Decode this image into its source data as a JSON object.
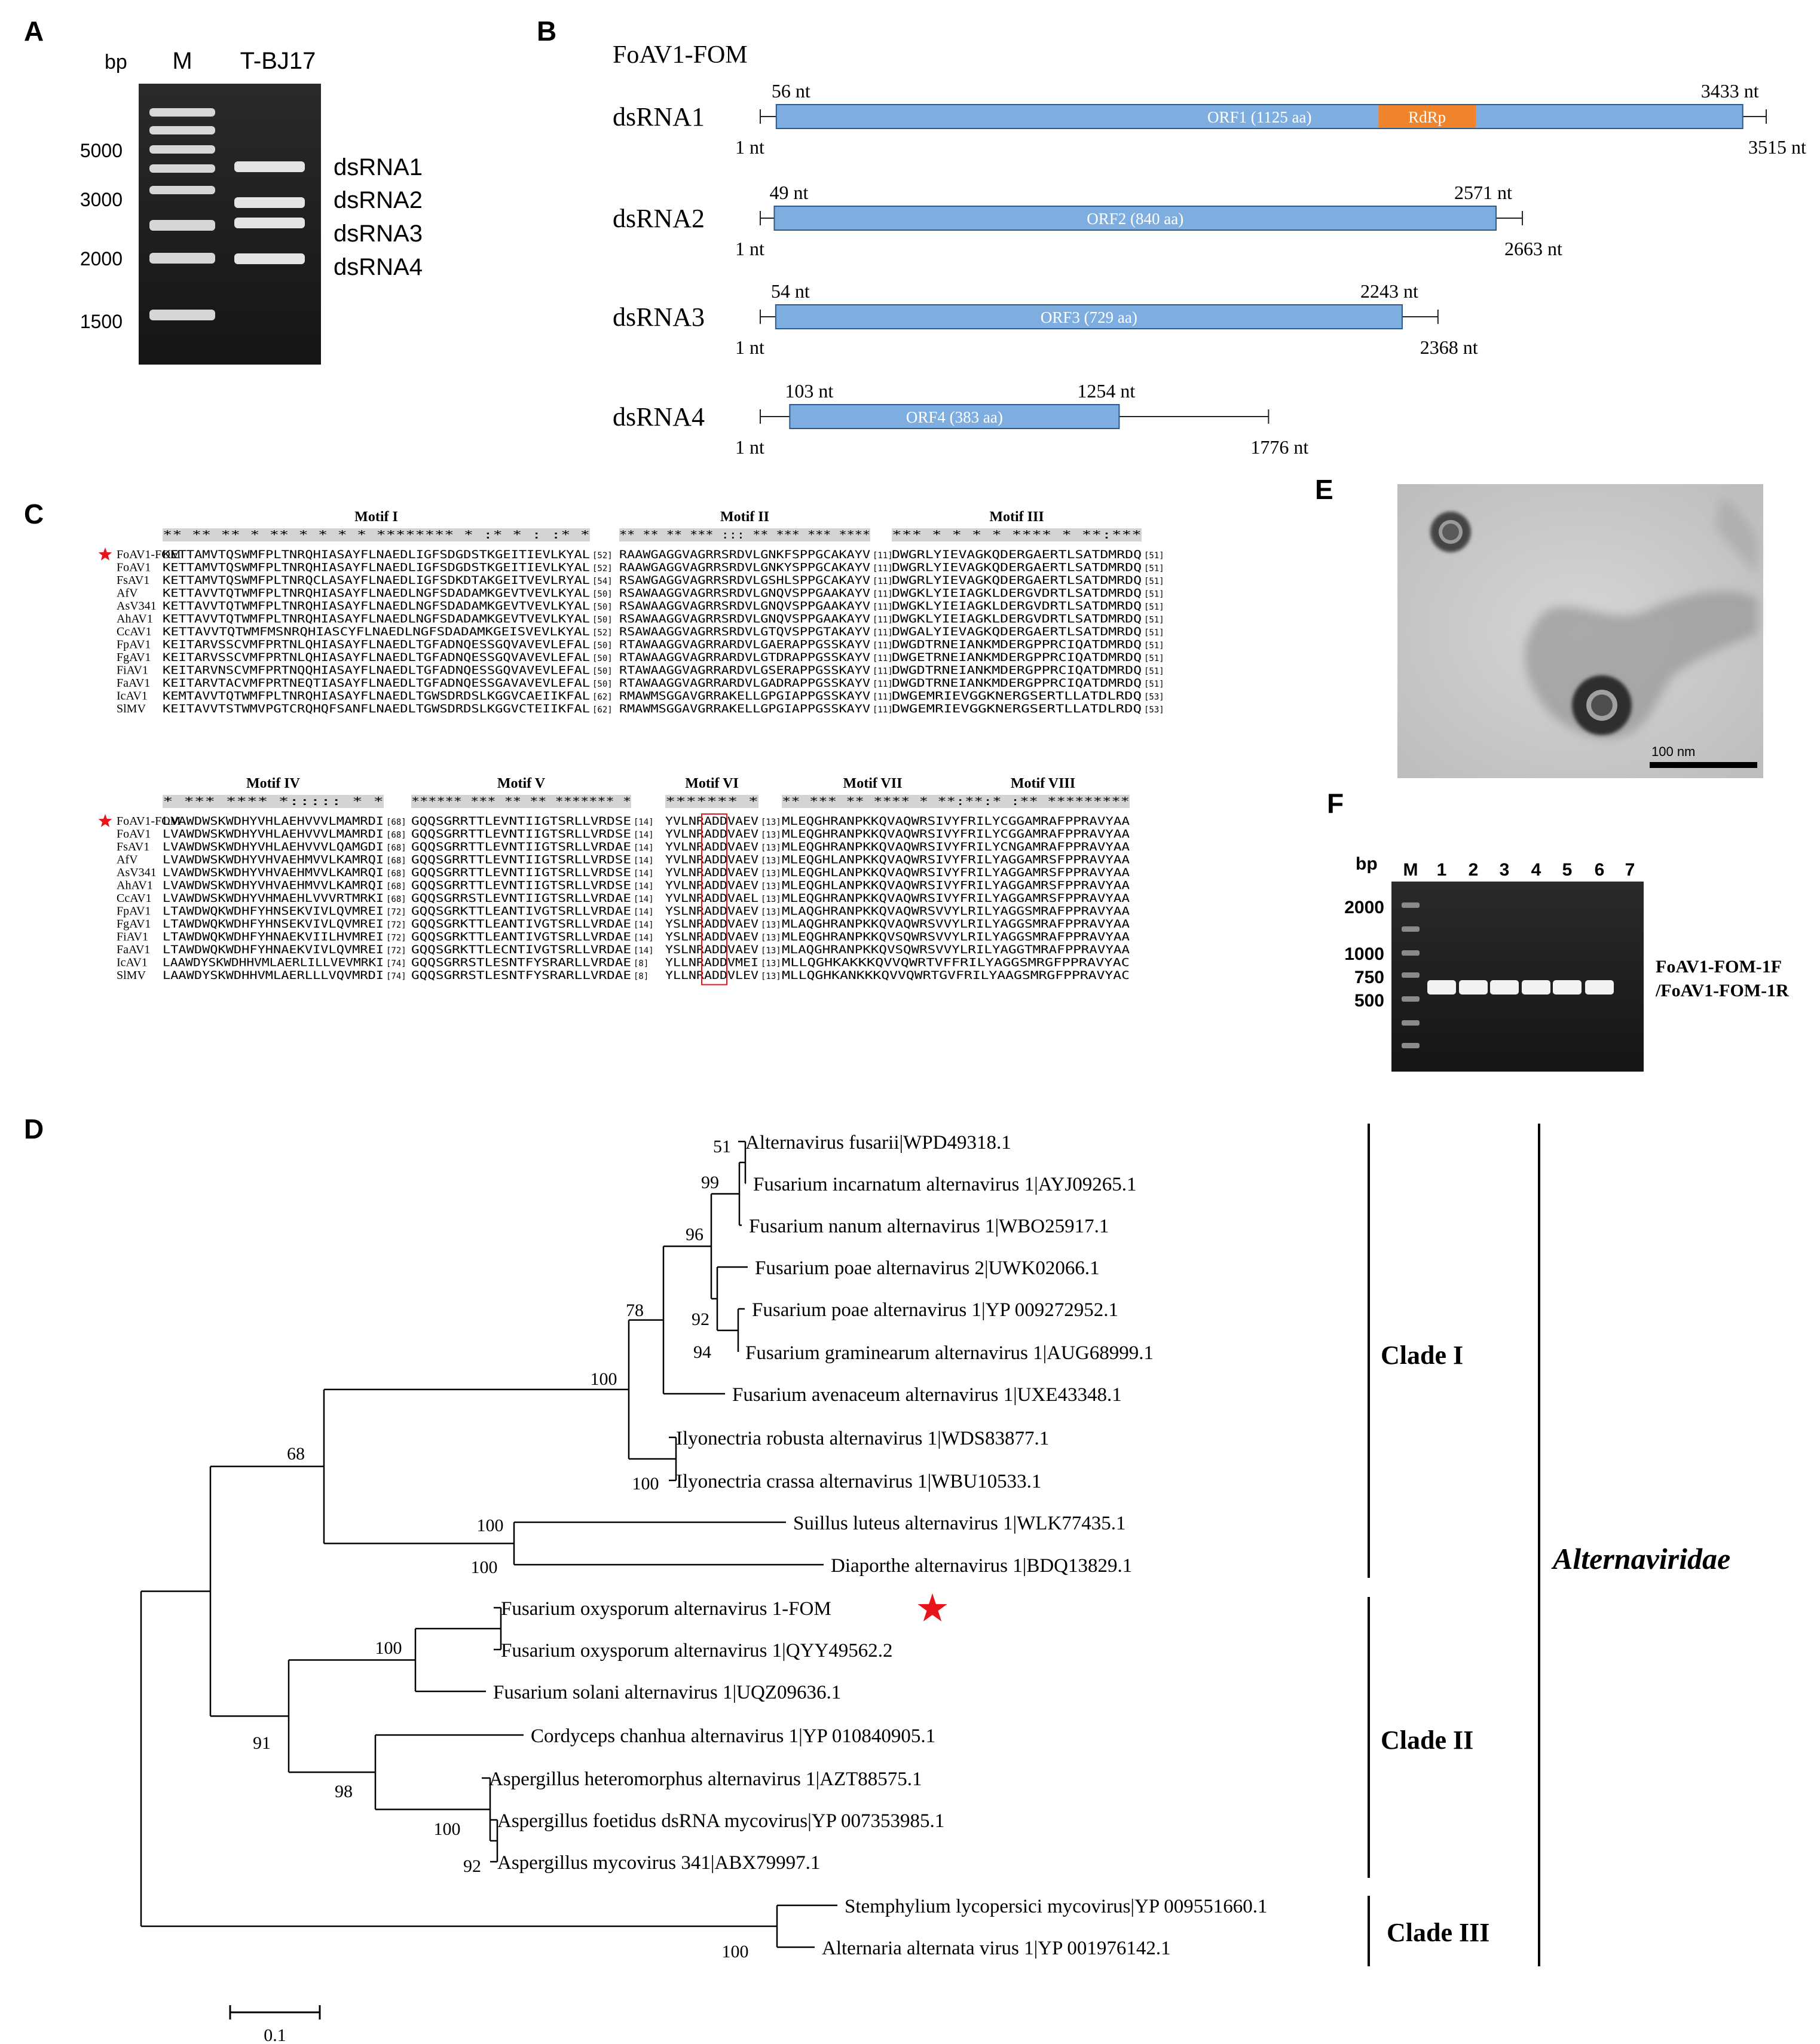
{
  "panels": {
    "a": "A",
    "b": "B",
    "c": "C",
    "d": "D",
    "e": "E",
    "f": "F"
  },
  "gelA": {
    "unit": "bp",
    "lanes": [
      "M",
      "T-BJ17"
    ],
    "markers": [
      "5000",
      "3000",
      "2000",
      "1500"
    ],
    "bands": [
      "dsRNA1",
      "dsRNA2",
      "dsRNA3",
      "dsRNA4"
    ]
  },
  "genome": {
    "title": "FoAV1-FOM",
    "segments": [
      {
        "name": "dsRNA1",
        "start": "1 nt",
        "end": "3515 nt",
        "orf_start": "56  nt",
        "orf_end": "3433 nt",
        "orf": "ORF1 (1125 aa)",
        "domain": "RdRp"
      },
      {
        "name": "dsRNA2",
        "start": "1 nt",
        "end": "2663 nt",
        "orf_start": "49 nt",
        "orf_end": "2571 nt",
        "orf": "ORF2 (840 aa)"
      },
      {
        "name": "dsRNA3",
        "start": "1 nt",
        "end": "2368 nt",
        "orf_start": "54 nt",
        "orf_end": "2243 nt",
        "orf": "ORF3 (729 aa)"
      },
      {
        "name": "dsRNA4",
        "start": "1 nt",
        "end": "1776 nt",
        "orf_start": "103 nt",
        "orf_end": "1254 nt",
        "orf": "ORF4 (383 aa)"
      }
    ],
    "colors": {
      "orf": "#7eaee0",
      "rdrp": "#f0842c"
    }
  },
  "alignment": {
    "taxa": [
      "FoAV1-FOM",
      "FoAV1",
      "FsAV1",
      "AfV",
      "AsV341",
      "AhAV1",
      "CcAV1",
      "FpAV1",
      "FgAV1",
      "FiAV1",
      "FaAV1",
      "IcAV1",
      "SlMV"
    ],
    "block1": {
      "motifs": [
        "Motif I",
        "Motif II",
        "Motif III"
      ],
      "cons": [
        "** ** **  *  ** * *  *  * ******** * :*   *  :  :* *",
        "** ** **  *** ::: ** *** *** ****",
        "***     *    *  *  * **** * **:***"
      ],
      "gaps": [
        "[11]",
        "[11]"
      ],
      "m1": [
        "KETTAMVTQSWMFPLTNRQHIASAYFLNAEDLIGFSDGDSTKGEITIEVLKYAL",
        "KETTAMVTQSWMFPLTNRQHIASAYFLNAEDLIGFSDGDSTKGEITIEVLKYAL",
        "KETTAMVTQSWMFPLTNRQCLASAYFLNAEDLIGFSDKDTAKGEITVEVLRYAL",
        "KETTAVVTQTWMFPLTNRQHIASAYFLNAEDLNGFSDADAMKGEVTVEVLKYAL",
        "KETTAVVTQTWMFPLTNRQHIASAYFLNAEDLNGFSDADAMKGEVTVEVLKYAL",
        "KETTAVVTQTWMFPLTNRQHIASAYFLNAEDLNGFSDADAMKGEVTVEVLKYAL",
        "KETTAVVTQTWMFMSNRQHIASCYFLNAEDLNGFSDADAMKGEISVEVLKYAL",
        "KEITARVSSCVMFPRTNLQHIASAYFLNAEDLTGFADNQESSGQVAVEVLEFAL",
        "KEITARVSSCVMFPRTNLQHIASAYFLNAEDLTGFADNQESSGQVAVEVLEFAL",
        "KEITARVNSCVMFPRTNQQHIASAYFLNAEDLTGFADNQESSGQVAVEVLEFAL",
        "KEITARVTACVMFPRTNEQTIASAYFLNAEDLTGFADNQESSGAVAVEVLEFAL",
        "KEMTAVVTQTWMFPLTNRQHIASAYFLNAEDLTGWSDRDSLKGGVCAEIIKFAL",
        "KEITAVVTSTWMVPGTCRQHQFSANFLNAEDLTGWSDRDSLKGGVCTEIIKFAL"
      ],
      "n1": [
        "[52]",
        "[52]",
        "[54]",
        "[50]",
        "[50]",
        "[50]",
        "[52]",
        "[50]",
        "[50]",
        "[50]",
        "[50]",
        "[62]",
        "[62]"
      ],
      "m2": [
        "RAAWGAGGVAGRRSRDVLGNKFSPPGCAKAYV",
        "RAAWGAGGVAGRRSRDVLGNKYSPPGCAKAYV",
        "RSAWGAGGVAGRRSRDVLGSHLSPPGCAKAYV",
        "RSAWAAGGVAGRRSRDVLGNQVSPPGAAKAYV",
        "RSAWAAGGVAGRRSRDVLGNQVSPPGAAKAYV",
        "RSAWAAGGVAGRRSRDVLGNQVSPPGAAKAYV",
        "RSAWAAGGVAGRRSRDVLGTQVSPPGTAKAYV",
        "RTAWAAGGVAGRRARDVLGAERAPPGSSKAYV",
        "RTAWAAGGVAGRRARDVLGTDRAPPGSSKAYV",
        "RTAWAAGGVAGRRARDVLGSERAPPGSSKAYV",
        "RTAWAAGGVAGRRARDVLGADRAPPGSSKAYV",
        "RMAWMSGGAVGRRAKELLGPGIAPPGSSKAYV",
        "RMAWMSGGAVGRRAKELLGPGIAPPGSSKAYV"
      ],
      "m3": [
        "DWGRLYIEVAGKQDERGAERTLSATDMRDQ",
        "DWGRLYIEVAGKQDERGAERTLSATDMRDQ",
        "DWGRLYIEVAGKQDERGAERTLSATDMRDQ",
        "DWGKLYIEIAGKLDERGVDRTLSATDMRDQ",
        "DWGKLYIEIAGKLDERGVDRTLSATDMRDQ",
        "DWGKLYIEIAGKLDERGVDRTLSATDMRDQ",
        "DWGALYIEVAGKQDERGAERTLSATDMRDQ",
        "DWGDTRNEIANKMDERGPPRCIQATDMRDQ",
        "DWGETRNEIANKMDERGPPRCIQATDMRDQ",
        "DWGDTRNEIANKMDERGPPRCIQATDMRDQ",
        "DWGDTRNEIANKMDERGPPRCIQATDMRDQ",
        "DWGEMRIEVGGKNERGSERTLLATDLRDQ",
        "DWGEMRIEVGGKNERGSERTLLATDLRDQ"
      ],
      "n3": [
        "[51]",
        "[51]",
        "[51]",
        "[51]",
        "[51]",
        "[51]",
        "[51]",
        "[51]",
        "[51]",
        "[51]",
        "[51]",
        "[53]",
        "[53]"
      ]
    },
    "block2": {
      "motifs": [
        "Motif IV",
        "Motif V",
        "Motif VI",
        "Motif VII",
        "Motif VIII"
      ],
      "cons": [
        "* ***  ****      *:::::  *  *",
        "****** *** ** **  *******  *",
        "******* *",
        "** *** ** ****  *  **:**:* :** *********"
      ],
      "gaps": [
        "[13]"
      ],
      "m4": [
        "LVAWDWSKWDHYVHLAEHVVVLMAMRDI",
        "LVAWDWSKWDHYVHLAEHVVVLMAMRDI",
        "LVAWDWSKWDHYVHLAEHVVVLQAMGDI",
        "LVAWDWSKWDHYVHVAEHMVVLKAMRQI",
        "LVAWDWSKWDHYVHVAEHMVVLKAMRQI",
        "LVAWDWSKWDHYVHVAEHMVVLKAMRQI",
        "LVAWDWSKWDHYVHMAEHLVVVRTMRKI",
        "LTAWDWQKWDHFYHNSEKVIVLQVMREI",
        "LTAWDWQKWDHFYHNSEKVIVLQVMREI",
        "LTAWDWQKWDHFYHNAEKVIILHVMREI",
        "LTAWDWQKWDHFYHNAEKVIVLQVMREI",
        "LAAWDYSKWDHHVMLAERLILLVEVMRKI",
        "LAAWDYSKWDHHVMLAERLLLVQVMRDI"
      ],
      "n4": [
        "[68]",
        "[68]",
        "[68]",
        "[68]",
        "[68]",
        "[68]",
        "[68]",
        "[72]",
        "[72]",
        "[72]",
        "[72]",
        "[74]",
        "[74]"
      ],
      "m5": [
        "GQQSGRRTTLEVNTIIGTSRLLVRDSE",
        "GQQSGRRTTLEVNTIIGTSRLLVRDSE",
        "GQQSGRRTTLEVNTIIGTSRLLVRDAE",
        "GQQSGRRTTLEVNTIIGTSRLLVRDSE",
        "GQQSGRRTTLEVNTIIGTSRLLVRDSE",
        "GQQSGRRTTLEVNTIIGTSRLLVRDSE",
        "GQQSGRRSTLEVNTIIGTSRLLVRDAE",
        "GQQSGRKTTLEANTIVGTSRLLVRDAE",
        "GQQSGRKTTLEANTIVGTSRLLVRDAE",
        "GQQSGRKTTLEANTIVGTSRLLVRDAE",
        "GQQSGRKTTLECNTIVGTSRLLVRDAE",
        "GQQSGRRSTLESNTFYSRARLLVRDAE",
        "GQQSGRRSTLESNTFYSRARLLVRDAE"
      ],
      "n5": [
        "[14]",
        "[14]",
        "[14]",
        "[14]",
        "[14]",
        "[14]",
        "[14]",
        "[14]",
        "[14]",
        "[14]",
        "[14]",
        "[8]",
        "[8]"
      ],
      "m6": [
        "YVLNRADDVAEV",
        "YVLNRADDVAEV",
        "YVLNRADDVAEV",
        "YVLNRADDVAEV",
        "YVLNRADDVAEV",
        "YVLNRADDVAEV",
        "YVLNRADDVAEL",
        "YSLNRADDVAEV",
        "YSLNRADDVAEV",
        "YSLNRADDVAEV",
        "YSLNRADDVAEV",
        "YLLNRADDVMEI",
        "YLLNRADDVLEV"
      ],
      "m7": [
        "MLEQGHRANPKKQVAQWRSIVYFRILYCGGAMRAFPPRAVYAA",
        "MLEQGHRANPKKQVAQWRSIVYFRILYCGGAMRAFPPRAVYAA",
        "MLEQGHRANPKKQVAQWRSIVYFRILYCNGAMRAFPPRAVYAA",
        "MLEQGHLANPKKQVAQWRSIVYFRILYAGGAMRSFPPRAVYAA",
        "MLEQGHLANPKKQVAQWRSIVYFRILYAGGAMRSFPPRAVYAA",
        "MLEQGHLANPKKQVAQWRSIVYFRILYAGGAMRSFPPRAVYAA",
        "MLEQGHRANPKKQVAQWRSIVYFRILYAGGAMRSFPPRAVYAA",
        "MLAQGHRANPKKQVAQWRSVVYLRILYAGGSMRAFPPRAVYAA",
        "MLAQGHRANPKKQVAQWRSVVYLRILYAGGSMRAFPPRAVYAA",
        "MLEQGHRANPKKQVSQWRSVVYLRILYAGGSMRAFPPRAVYAA",
        "MLAQGHRANPKKQVSQWRSVVYLRILYAGGTMRAFPPRAVYAA",
        "MLLQGHKAKKKQVVQWRTVFFRILYAGGSMRGFPPRAVYAC",
        "MLLQGHKANKKKQVVQWRTGVFRILYAAGSMRGFPPRAVYAC"
      ]
    }
  },
  "tree": {
    "clades": [
      "Clade I",
      "Clade II",
      "Clade III"
    ],
    "family": "Alternaviridae",
    "scale": "0.1",
    "leaves": [
      "Alternavirus fusarii|WPD49318.1",
      "Fusarium incarnatum alternavirus 1|AYJ09265.1",
      "Fusarium nanum alternavirus 1|WBO25917.1",
      "Fusarium poae alternavirus 2|UWK02066.1",
      "Fusarium poae alternavirus 1|YP 009272952.1",
      "Fusarium graminearum alternavirus 1|AUG68999.1",
      "Fusarium avenaceum alternavirus 1|UXE43348.1",
      "Ilyonectria robusta alternavirus 1|WDS83877.1",
      "Ilyonectria crassa alternavirus 1|WBU10533.1",
      "Suillus luteus alternavirus 1|WLK77435.1",
      "Diaporthe alternavirus 1|BDQ13829.1",
      "Fusarium oxysporum alternavirus 1-FOM",
      "Fusarium oxysporum alternavirus 1|QYY49562.2",
      "Fusarium solani alternavirus 1|UQZ09636.1",
      "Cordyceps chanhua alternavirus 1|YP 010840905.1",
      "Aspergillus heteromorphus alternavirus 1|AZT88575.1",
      "Aspergillus foetidus dsRNA mycovirus|YP 007353985.1",
      "Aspergillus mycovirus 341|ABX79997.1",
      "Stemphylium lycopersici mycovirus|YP 009551660.1",
      "Alternaria alternata virus 1|YP 001976142.1"
    ],
    "bootstrap": [
      "51",
      "99",
      "96",
      "92",
      "94",
      "78",
      "100",
      "100",
      "100",
      "68",
      "100",
      "100",
      "91",
      "98",
      "100",
      "92",
      "100"
    ]
  },
  "em": {
    "scale": "100 nm"
  },
  "gelF": {
    "unit": "bp",
    "lanes": [
      "M",
      "1",
      "2",
      "3",
      "4",
      "5",
      "6",
      "7"
    ],
    "markers": [
      "2000",
      "1000",
      "750",
      "500"
    ],
    "primers": [
      "FoAV1-FOM-1F",
      "/FoAV1-FOM-1R"
    ]
  }
}
